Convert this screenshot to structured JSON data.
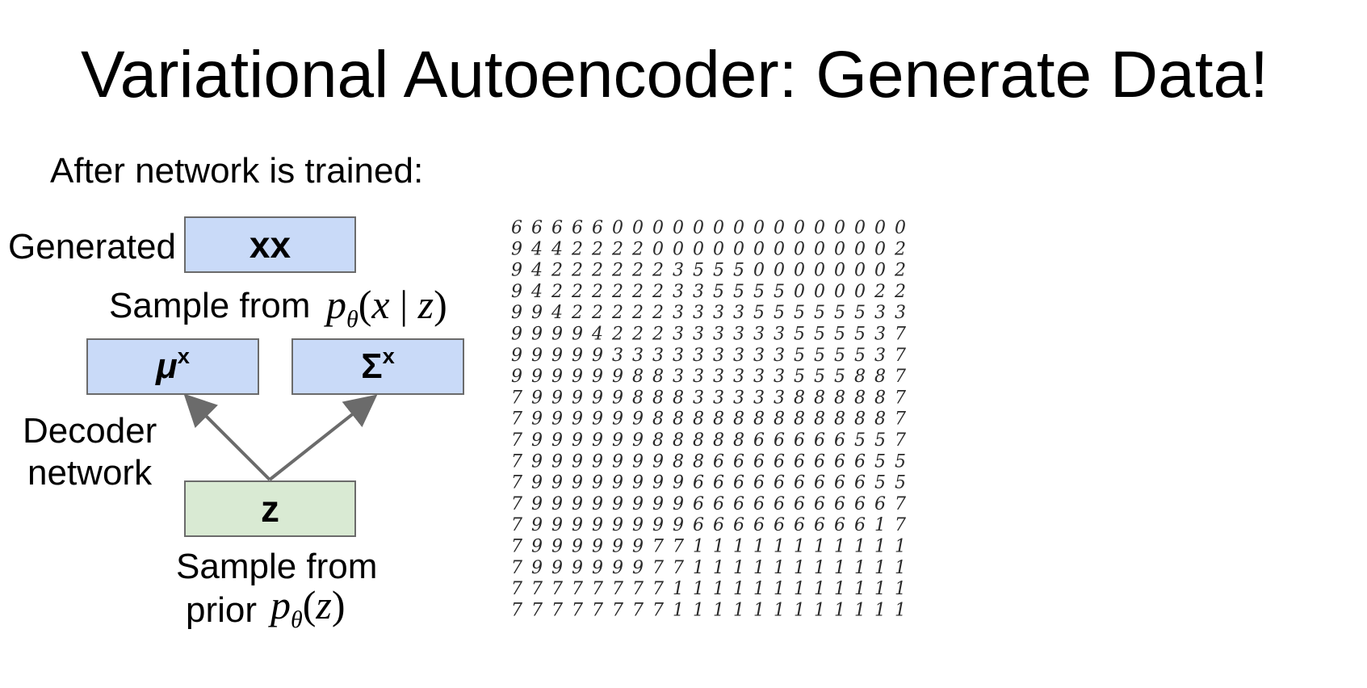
{
  "slide": {
    "title": "Variational Autoencoder: Generate Data!",
    "subtitle": "After network is trained:"
  },
  "diagram": {
    "generated_label": "Generated",
    "generated_box": "xx",
    "sample_from_label": "Sample from",
    "likelihood": {
      "p": "p",
      "theta": "θ",
      "open": "(",
      "x": "x",
      "bar": "|",
      "z": "z",
      "close": ")"
    },
    "mu_box": {
      "base": "μ",
      "sup": "x"
    },
    "sigma_box": {
      "base": "Σ",
      "sup": "x"
    },
    "decoder_line1": "Decoder",
    "decoder_line2": "network",
    "z_box": "z",
    "sample_prior_line1": "Sample from",
    "sample_prior_line2": "prior",
    "prior": {
      "p": "p",
      "theta": "θ",
      "open": "(",
      "z": "z",
      "close": ")"
    },
    "colors": {
      "box_blue": "#c9daf8",
      "box_green": "#d9ead3",
      "arrow": "#6b6b6b"
    }
  },
  "manifold_grid": {
    "rows": [
      "66666000000000000000",
      "94422220000000000002",
      "94222222355500000002",
      "94222222335555000022",
      "99422222333355555533",
      "99994222333333555537",
      "99999333333333555537",
      "99999988333333555887",
      "79999988833333888887",
      "79999998888888888887",
      "79999998888866666557",
      "79999999886666666655",
      "79999999966666666655",
      "79999999966666666667",
      "79999999966666666617",
      "79999997711111111111",
      "79999997711111111111",
      "77777777111111111111",
      "77777777111111111111"
    ]
  }
}
